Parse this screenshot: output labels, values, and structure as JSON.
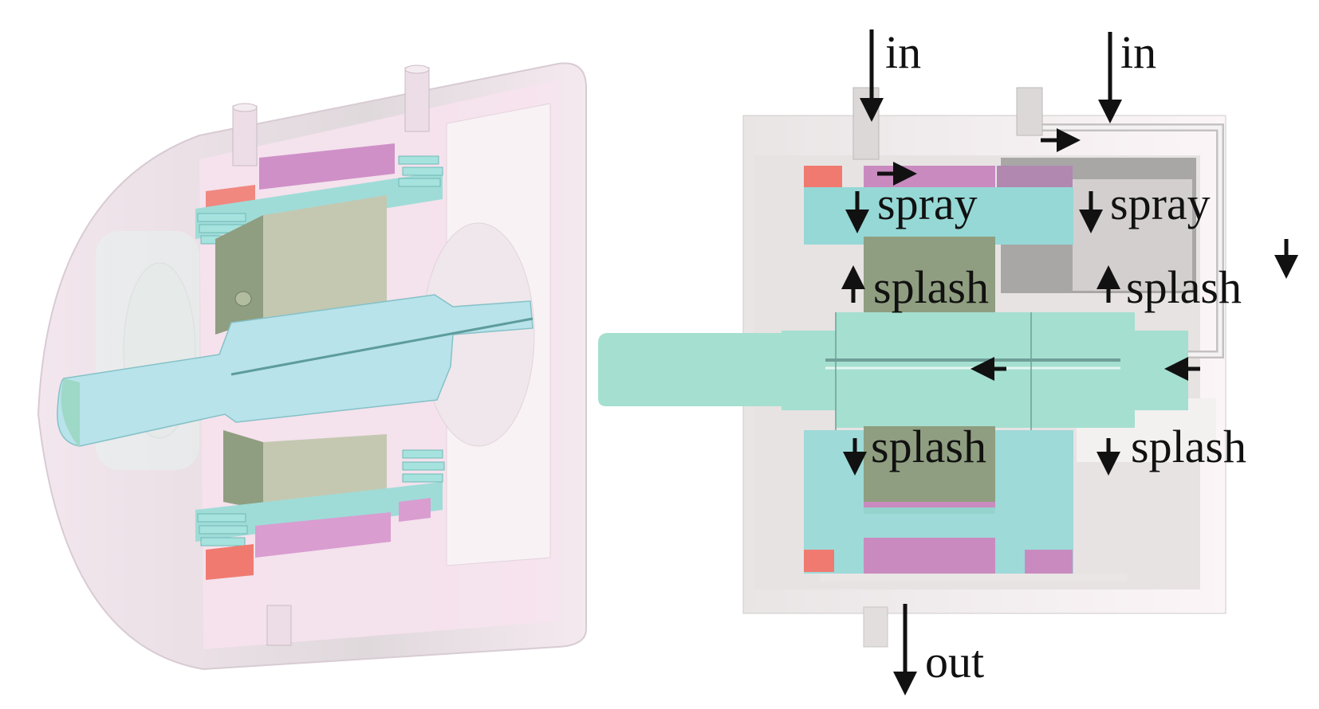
{
  "figure": {
    "left_view": {
      "name": "3d-cutaway-motor"
    },
    "right_view": {
      "name": "section-view-motor",
      "labels": {
        "inlet_left": "in",
        "inlet_right": "in",
        "spray_left": "spray",
        "spray_right": "spray",
        "splash_upper_left": "splash",
        "splash_upper_right": "splash",
        "splash_lower_left": "splash",
        "splash_lower_right": "splash",
        "outlet": "out"
      }
    }
  },
  "colors": {
    "housing": "#d9d6d6",
    "housing_light": "#f1efef",
    "housing_pink": "#f6dcec",
    "stator_core": "#8f9e80",
    "stator_core_light": "#c4c8b1",
    "winding": "#96d8d6",
    "shaft": "#a5dfd0",
    "shaft_3d": "#b8e3ea",
    "magenta": "#c98bbf",
    "coral": "#f07a70",
    "arrow": "#111111"
  }
}
